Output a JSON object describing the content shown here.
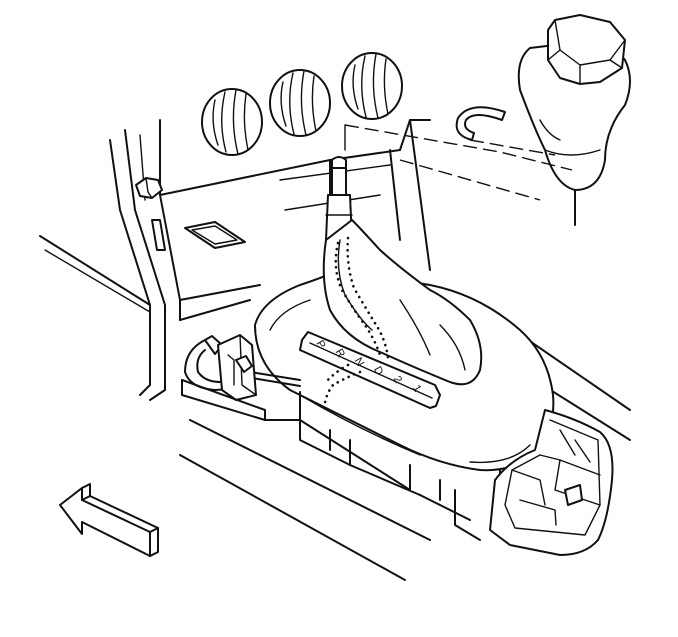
{
  "diagram": {
    "gear_indicator": {
      "letters": [
        "P",
        "R",
        "N",
        "D",
        "2",
        "1"
      ]
    },
    "direction_arrow": {
      "icon": "forward-arrow-icon",
      "direction": "up-left"
    }
  }
}
